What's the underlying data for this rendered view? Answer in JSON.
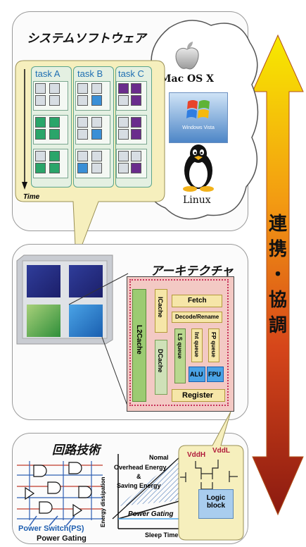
{
  "sections": {
    "system_software": {
      "title": "システムソフトウェア",
      "tasks": [
        "task A",
        "task B",
        "task C"
      ],
      "time_label": "Time",
      "os": [
        "Mac OS X",
        "Windows Vista",
        "Linux"
      ]
    },
    "architecture": {
      "title": "アーキテクチャ",
      "blocks": {
        "l2cache": "L2Cache",
        "icache": "ICache",
        "dcache": "DCache",
        "fetch": "Fetch",
        "decode": "Decode/Rename",
        "ls_queue": "LS queue",
        "int_queue": "Int queue",
        "fp_queue": "FP queue",
        "alu": "ALU",
        "fpu": "FPU",
        "register": "Register"
      }
    },
    "circuit": {
      "title": "回路技術",
      "ps_label": "Power Switch(PS)",
      "pg_label": "Power Gating",
      "graph": {
        "normal": "Nomal",
        "overhead": "Overhead Energy",
        "amp": "&",
        "saving": "Saving Energy",
        "power_gating": "Power Gating",
        "ylabel": "Energy dissipation",
        "xlabel": "Sleep Time"
      },
      "logic": {
        "vddh": "VddH",
        "vddl": "VddL",
        "block1": "Logic",
        "block2": "block"
      }
    },
    "arrow_label": [
      "連",
      "携",
      "・",
      "協",
      "調"
    ]
  },
  "colors": {
    "green": "#2aa56a",
    "blue": "#3a8fd6",
    "purple": "#6a2c8c",
    "empty": "#d7dde3",
    "task_bg": "#e9f3e9",
    "bubble": "#f6efbd",
    "arrow_top": "#f7e000",
    "arrow_bottom": "#8b1a10"
  }
}
